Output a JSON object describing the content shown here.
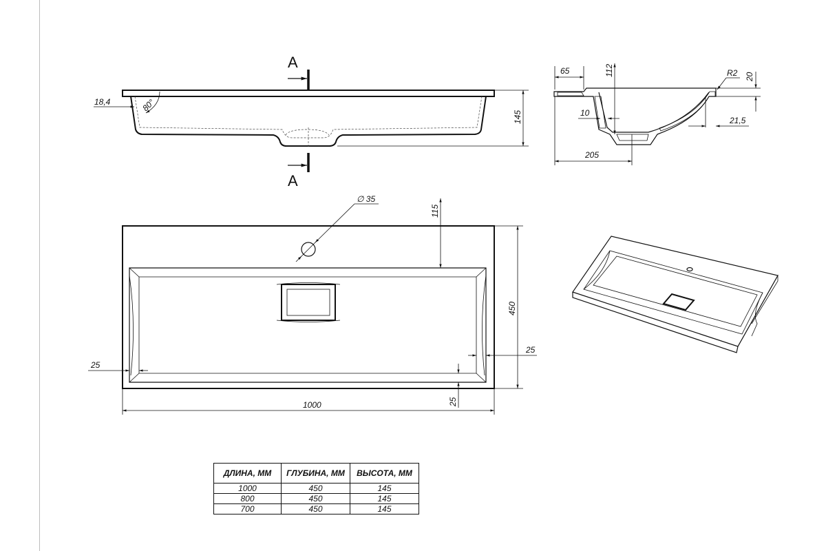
{
  "section_marks": {
    "top": "A",
    "bottom": "A"
  },
  "side_view": {
    "dim_lip": "18,4",
    "dim_angle": "80°",
    "dim_height": "145"
  },
  "section_view": {
    "dim_65": "65",
    "dim_112": "112",
    "dim_r2": "R2",
    "dim_20": "20",
    "dim_10": "10",
    "dim_21_5": "21,5",
    "dim_205": "205"
  },
  "top_view": {
    "dim_hole": "∅ 35",
    "dim_115": "115",
    "dim_450": "450",
    "dim_25_right": "25",
    "dim_25_left": "25",
    "dim_25_bottom": "25",
    "dim_1000": "1000"
  },
  "spec_table": {
    "headers": [
      "ДЛИНА, ММ",
      "ГЛУБИНА, ММ",
      "ВЫСОТА, ММ"
    ],
    "rows": [
      [
        "1000",
        "450",
        "145"
      ],
      [
        "800",
        "450",
        "145"
      ],
      [
        "700",
        "450",
        "145"
      ]
    ]
  },
  "colors": {
    "line": "#111111",
    "frame": "#bdbdbd"
  }
}
